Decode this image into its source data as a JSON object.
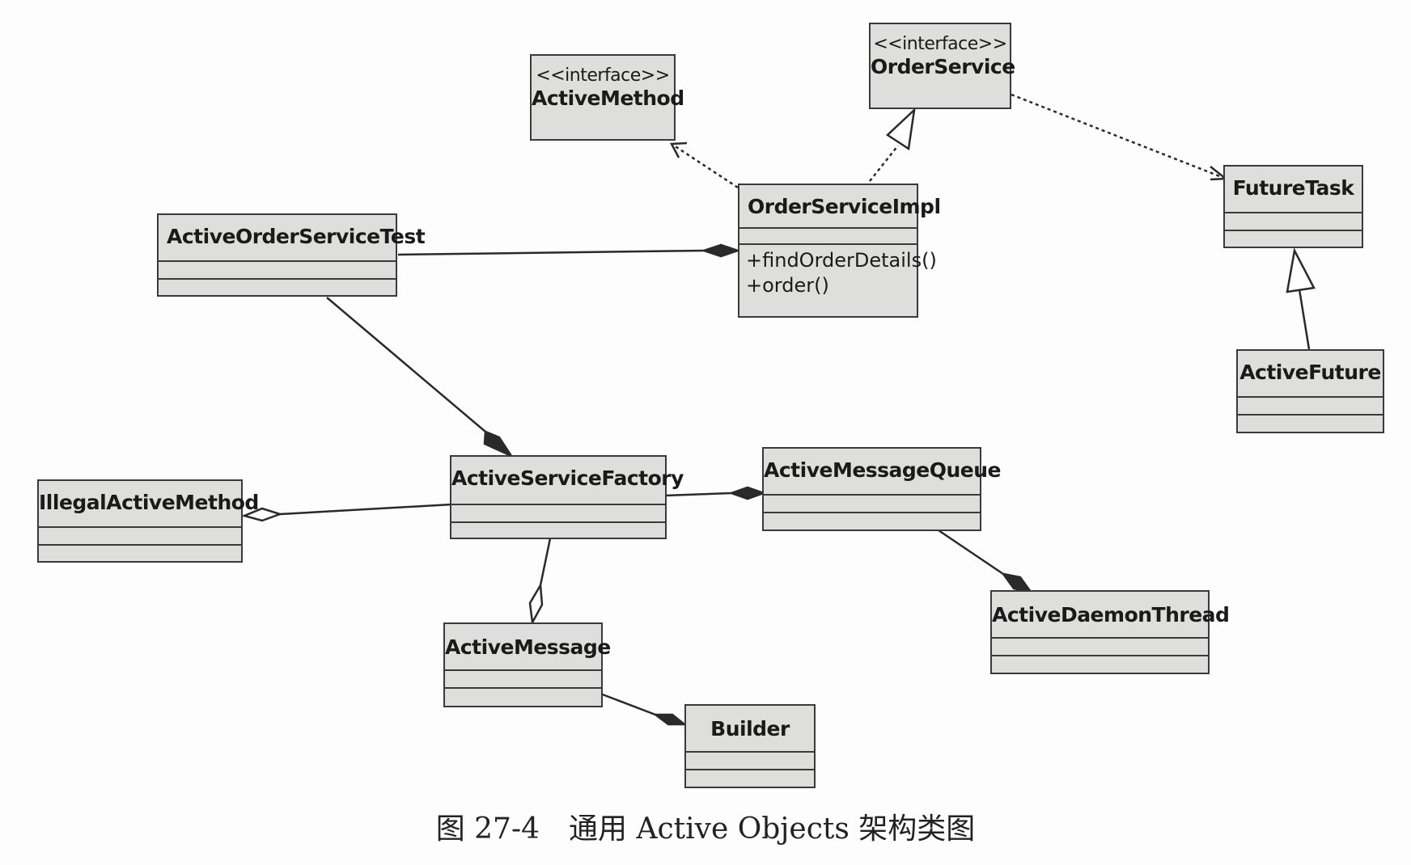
{
  "classes": {
    "active_method": {
      "stereotype": "<<interface>>",
      "name": "ActiveMethod"
    },
    "order_service": {
      "stereotype": "<<interface>>",
      "name": "OrderService"
    },
    "order_service_impl": {
      "name": "OrderServiceImpl",
      "operations": [
        "+findOrderDetails()",
        "+order()"
      ]
    },
    "future_task": {
      "name": "FutureTask"
    },
    "active_future": {
      "name": "ActiveFuture"
    },
    "active_order_service_test": {
      "name": "ActiveOrderServiceTest"
    },
    "active_service_factory": {
      "name": "ActiveServiceFactory"
    },
    "illegal_active_method": {
      "name": "IllegalActiveMethod"
    },
    "active_message_queue": {
      "name": "ActiveMessageQueue"
    },
    "active_daemon_thread": {
      "name": "ActiveDaemonThread"
    },
    "active_message": {
      "name": "ActiveMessage"
    },
    "builder": {
      "name": "Builder"
    }
  },
  "relations": [
    {
      "from": "order_service_impl",
      "to": "active_method",
      "kind": "dependency"
    },
    {
      "from": "order_service_impl",
      "to": "order_service",
      "kind": "realization"
    },
    {
      "from": "order_service",
      "to": "future_task",
      "kind": "dependency"
    },
    {
      "from": "active_future",
      "to": "future_task",
      "kind": "generalization"
    },
    {
      "from": "active_order_service_test",
      "to": "order_service_impl",
      "kind": "composition"
    },
    {
      "from": "active_order_service_test",
      "to": "active_service_factory",
      "kind": "composition"
    },
    {
      "from": "active_service_factory",
      "to": "illegal_active_method",
      "kind": "aggregation"
    },
    {
      "from": "active_service_factory",
      "to": "active_message_queue",
      "kind": "composition"
    },
    {
      "from": "active_service_factory",
      "to": "active_message",
      "kind": "aggregation"
    },
    {
      "from": "active_message_queue",
      "to": "active_daemon_thread",
      "kind": "composition"
    },
    {
      "from": "active_message",
      "to": "builder",
      "kind": "composition"
    }
  ],
  "colors": {
    "box_fill": "#dededc",
    "box_border": "#3a3a3a",
    "line": "#2a2a2a"
  },
  "caption": "图 27-4　通用 Active Objects 架构类图"
}
